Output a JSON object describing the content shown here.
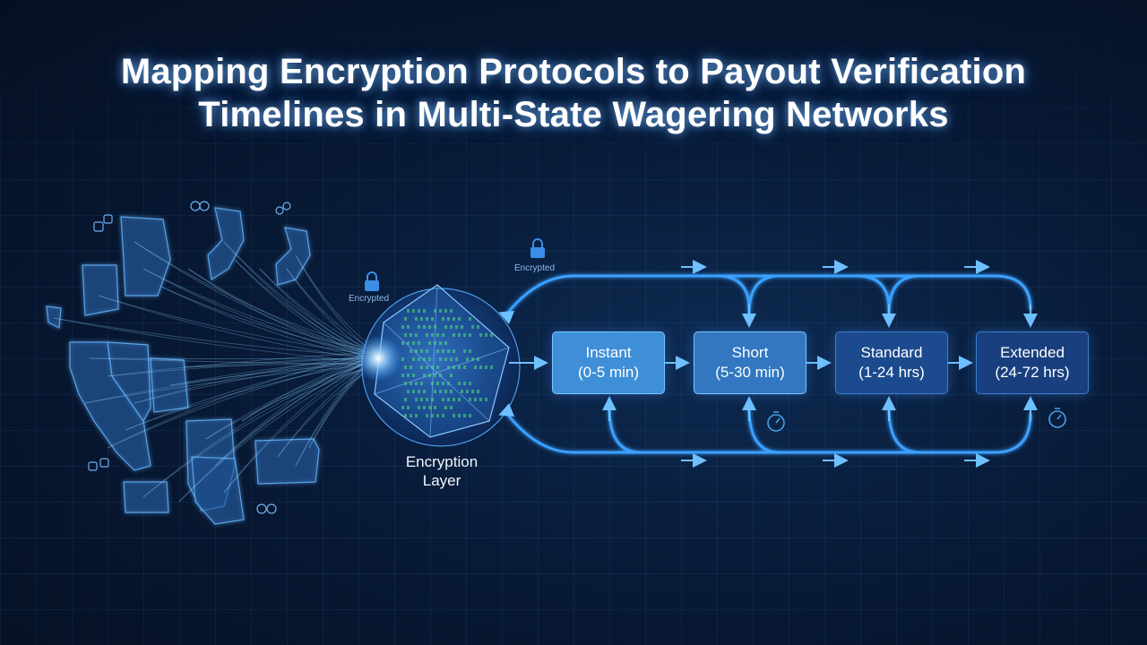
{
  "title": {
    "line1": "Mapping Encryption Protocols to Payout Verification",
    "line2": "Timelines in Multi-State Wagering Networks"
  },
  "encryption_layer": {
    "label_line1": "Encryption",
    "label_line2": "Layer"
  },
  "lock_labels": {
    "left": "Encrypted",
    "top": "Encrypted"
  },
  "stages": [
    {
      "name": "Instant",
      "range": "(0-5 min)",
      "color": "#3e8fd8"
    },
    {
      "name": "Short",
      "range": "(5-30 min)",
      "color": "#3277c0"
    },
    {
      "name": "Standard",
      "range": "(1-24 hrs)",
      "color": "#1c4a8e"
    },
    {
      "name": "Extended",
      "range": "(24-72 hrs)",
      "color": "#1a3f7e"
    }
  ],
  "colors": {
    "accent": "#3aa0ff",
    "glow": "#7cc4ff",
    "map": "#2f6aa8",
    "background": "#081a36"
  },
  "icons": [
    "lock-icon",
    "stopwatch-icon",
    "dice-icon",
    "chip-icon"
  ]
}
